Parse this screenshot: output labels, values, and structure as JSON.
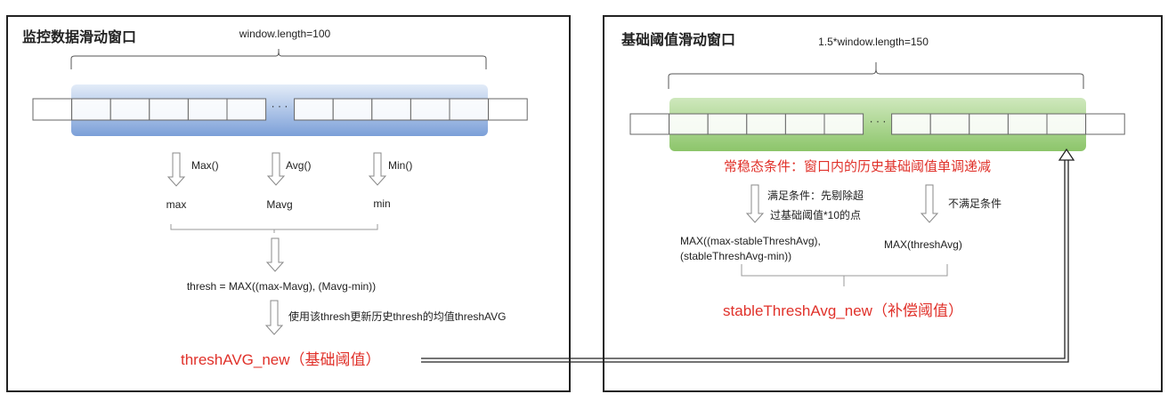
{
  "left_panel": {
    "title": "监控数据滑动窗口",
    "window_label": "window.length=100",
    "ellipsis": "· · ·",
    "ops": [
      "Max()",
      "Avg()",
      "Min()"
    ],
    "values": [
      "max",
      "Mavg",
      "min"
    ],
    "formula": "thresh = MAX((max-Mavg), (Mavg-min))",
    "update_note": "使用该thresh更新历史thresh的均值threshAVG",
    "result": "threshAVG_new（基础阈值）"
  },
  "right_panel": {
    "title": "基础阈值滑动窗口",
    "window_label": "1.5*window.length=150",
    "ellipsis": "· · ·",
    "condition": "常稳态条件：窗口内的历史基础阈值单调递减",
    "branch_yes_line1": "满足条件：先剔除超",
    "branch_yes_line2": "过基础阈值*10的点",
    "branch_no": "不满足条件",
    "formula_yes_line1": "MAX((max-stableThreshAvg),",
    "formula_yes_line2": "(stableThreshAvg-min))",
    "formula_no": "MAX(threshAvg)",
    "result": "stableThreshAvg_new（补偿阈值）"
  },
  "colors": {
    "accent_red": "#e0312a",
    "blue_window": "#8fb0e0",
    "green_window": "#9fd07e"
  }
}
